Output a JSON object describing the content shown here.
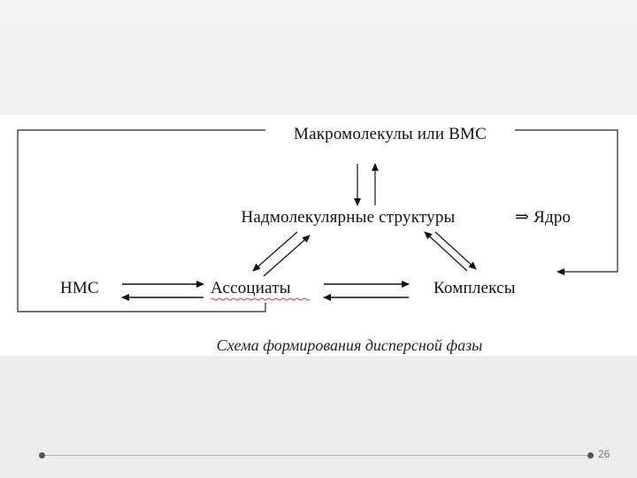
{
  "diagram": {
    "nodes": {
      "macromolecules": "Макромолекулы или ВМС",
      "supramolecular": "Надмолекулярные структуры",
      "core_arrow": "⇒",
      "core": "Ядро",
      "low_molecular": "НМС",
      "associates": "Ассоциаты",
      "complexes": "Комплексы"
    },
    "caption": "Схема формирования дисперсной фазы"
  },
  "slide": {
    "page_number": "26"
  }
}
